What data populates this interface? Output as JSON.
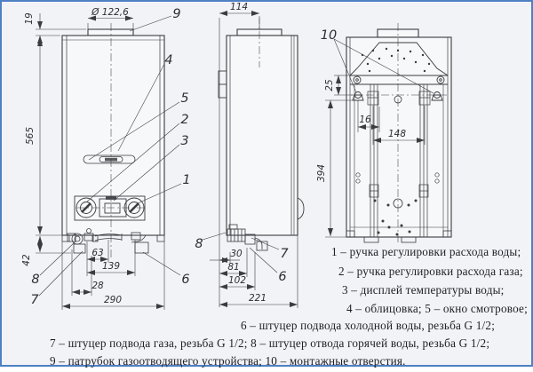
{
  "drawing": {
    "description": "Gas water heater dimensional drawing with front, side and rear views",
    "colors": {
      "frame": "#4e80c4",
      "paper": "#f1f3f6",
      "line": "#3b3b40",
      "text": "#1e1e24"
    },
    "dims": {
      "flue_diameter": "Ø 122,6",
      "collar_height": "19",
      "body_height": "565",
      "bottom_offset": "42",
      "front_63": "63",
      "front_139": "139",
      "front_28": "28",
      "front_width": "290",
      "side_114": "114",
      "side_30": "30",
      "side_81": "81",
      "side_102": "102",
      "side_depth": "221",
      "rear_25": "25",
      "rear_16": "16",
      "rear_148": "148",
      "rear_394": "394"
    },
    "callouts": {
      "n1": "1",
      "n2": "2",
      "n3": "3",
      "n4": "4",
      "n5": "5",
      "n6": "6",
      "n7": "7",
      "n8": "8",
      "n9": "9",
      "n10": "10"
    },
    "legend": {
      "line1": "1 – ручка регулировки расхода воды;",
      "line2": "2 – ручка регулировки расхода газа;",
      "line3": "3 – дисплей температуры воды;",
      "line4": "4 – облицовка; 5 – окно смотровое;",
      "line5": "6 – штуцер подвода холодной воды, резьба G 1/2;",
      "line6": "7 – штуцер подвода газа, резьба G 1/2; 8 – штуцер отвода горячей воды, резьба G 1/2;",
      "line7": "9 – патрубок газоотводящего устройства; 10 – монтажные отверстия."
    }
  }
}
